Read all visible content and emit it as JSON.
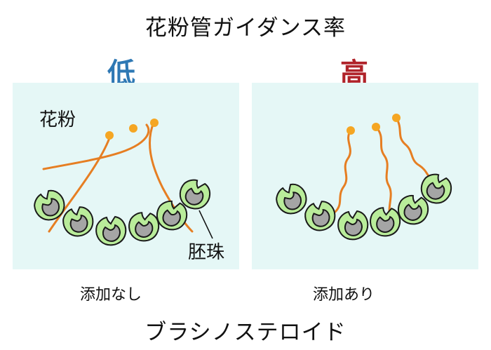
{
  "title": "花粉管ガイダンス率",
  "levels": {
    "low": "低",
    "high": "高"
  },
  "labels": {
    "pollen": "花粉",
    "ovule": "胚珠"
  },
  "conditions": {
    "without": "添加なし",
    "with": "添加あり"
  },
  "treatment": "ブラシノステロイド",
  "colors": {
    "panel": "#e5f7f6",
    "pollen": "#f5a623",
    "tube": "#e67e22",
    "ovule": "#b9ec9a",
    "ovule_inner": "#a5a5a5",
    "low": "#2e78b4",
    "high": "#b0232a"
  }
}
